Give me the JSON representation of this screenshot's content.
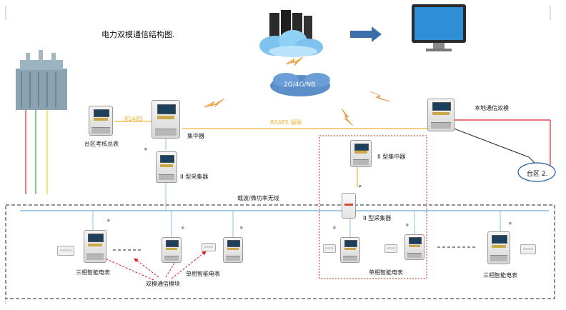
{
  "diagram": {
    "title": "电力双模通信结构图.",
    "cloud_label": "2G/4G/NB",
    "labels": {
      "rs485_left": "RS485",
      "rs485_cascade": "RS485 级联",
      "concentrator": "集中器",
      "area_meter": "台区考核总表",
      "collector_ii_left": "II 型采集器",
      "local_dual_mode": "本地通信双模",
      "area2": "台区 2.",
      "concentrator_ii": "II 型集中器",
      "carrier_line": "载波/微功率无线",
      "collector_ii_mid": "II 型采集器",
      "three_phase_left": "三相智能电表",
      "single_phase_left": "单相智能电表",
      "single_phase_mid": "单相智能电表",
      "three_phase_right": "三相智能电表",
      "dual_mode_module": "双模通信模块"
    },
    "colors": {
      "bus": "#9fcbe8",
      "rs485": "#f2b233",
      "red_line": "#e02020",
      "green_line": "#2ea24a",
      "yellow_line": "#f0cf1e",
      "dash_red": "#e02020",
      "arrow": "#3d6ea8"
    }
  }
}
